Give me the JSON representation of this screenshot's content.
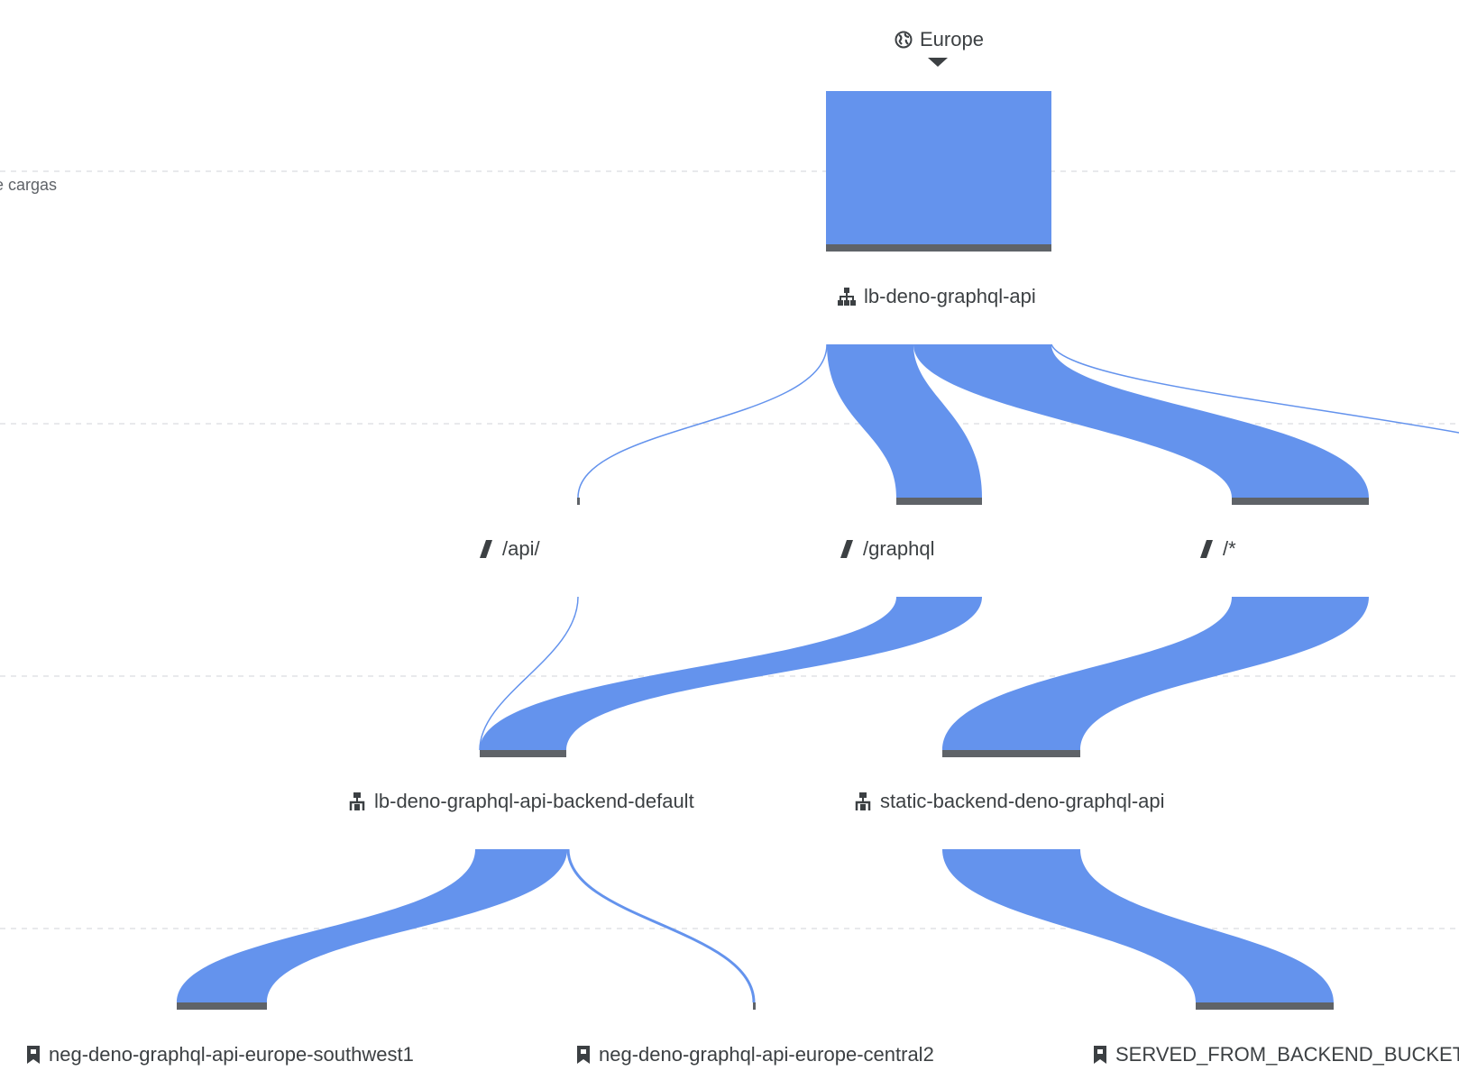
{
  "rows": {
    "row2_label": "cargas"
  },
  "root": {
    "label": "Europe",
    "icon": "globe-icon"
  },
  "load_balancer": {
    "label": "lb-deno-graphql-api",
    "icon": "sitemap-icon"
  },
  "paths": [
    {
      "label": "/api/",
      "icon": "slash-icon"
    },
    {
      "label": "/graphql",
      "icon": "slash-icon"
    },
    {
      "label": "/*",
      "icon": "slash-icon"
    }
  ],
  "backends": [
    {
      "label": "lb-deno-graphql-api-backend-default",
      "icon": "backend-service-icon"
    },
    {
      "label": "static-backend-deno-graphql-api",
      "icon": "backend-service-icon"
    }
  ],
  "endpoints": [
    {
      "label": "neg-deno-graphql-api-europe-southwest1",
      "icon": "bookmark-icon"
    },
    {
      "label": "neg-deno-graphql-api-europe-central2",
      "icon": "bookmark-icon"
    },
    {
      "label": "SERVED_FROM_BACKEND_BUCKET",
      "icon": "bookmark-icon"
    }
  ],
  "colors": {
    "flow": "#6493ed",
    "bar": "#5f6368",
    "text": "#3c4043",
    "grid": "#dadce0"
  }
}
